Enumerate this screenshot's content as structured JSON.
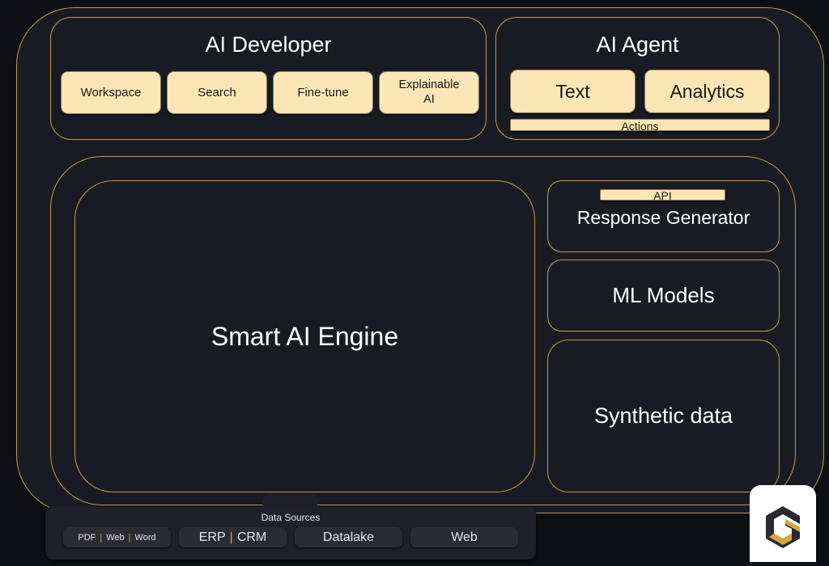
{
  "ai_developer": {
    "title": "AI Developer",
    "items": [
      "Workspace",
      "Search",
      "Fine-tune",
      "Explainable AI"
    ]
  },
  "ai_agent": {
    "title": "AI Agent",
    "items": [
      "Text",
      "Analytics"
    ],
    "actions": "Actions"
  },
  "engine": {
    "title": "Smart AI Engine"
  },
  "response_generator": {
    "badge": "API",
    "title": "Response Generator"
  },
  "ml_models": {
    "title": "ML Models"
  },
  "synthetic_data": {
    "title": "Synthetic data"
  },
  "data_sources": {
    "title": "Data Sources",
    "files": [
      "PDF",
      "Web",
      "Word"
    ],
    "erp_crm": [
      "ERP",
      "CRM"
    ],
    "datalake": "Datalake",
    "web": "Web"
  },
  "colors": {
    "background": "#0e0f14",
    "panel": "#191b23",
    "border_gold": "#c49a45",
    "pill_fill": "#fde6b6",
    "separator": "#d9a63b"
  },
  "icons": {
    "logo": "brand-logo-icon"
  }
}
